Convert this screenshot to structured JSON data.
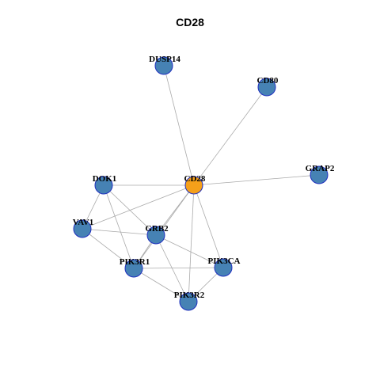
{
  "title": "CD28",
  "colors": {
    "hub_fill": "#f5a01a",
    "node_fill": "#4682b4",
    "node_stroke": "#1f2fbf",
    "edge": "#aaaaaa"
  },
  "nodes": [
    {
      "id": "DUSP14",
      "label": "DUSP14",
      "hub": false
    },
    {
      "id": "CD80",
      "label": "CD80",
      "hub": false
    },
    {
      "id": "GRAP2",
      "label": "GRAP2",
      "hub": false
    },
    {
      "id": "DOK1",
      "label": "DOK1",
      "hub": false
    },
    {
      "id": "CD28",
      "label": "CD28",
      "hub": true
    },
    {
      "id": "VAV1",
      "label": "VAV1",
      "hub": false
    },
    {
      "id": "GRB2",
      "label": "GRB2",
      "hub": false
    },
    {
      "id": "PIK3R1",
      "label": "PIK3R1",
      "hub": false
    },
    {
      "id": "PIK3CA",
      "label": "PIK3CA",
      "hub": false
    },
    {
      "id": "PIK3R2",
      "label": "PIK3R2",
      "hub": false
    }
  ],
  "edges": [
    [
      "CD28",
      "DUSP14"
    ],
    [
      "CD28",
      "CD80"
    ],
    [
      "CD28",
      "GRAP2"
    ],
    [
      "CD28",
      "DOK1"
    ],
    [
      "CD28",
      "VAV1"
    ],
    [
      "CD28",
      "GRB2"
    ],
    [
      "CD28",
      "PIK3R1"
    ],
    [
      "CD28",
      "PIK3CA"
    ],
    [
      "CD28",
      "PIK3R2"
    ],
    [
      "DOK1",
      "VAV1"
    ],
    [
      "DOK1",
      "GRB2"
    ],
    [
      "DOK1",
      "PIK3R1"
    ],
    [
      "VAV1",
      "GRB2"
    ],
    [
      "VAV1",
      "PIK3R1"
    ],
    [
      "GRB2",
      "PIK3R1"
    ],
    [
      "GRB2",
      "PIK3CA"
    ],
    [
      "GRB2",
      "PIK3R2"
    ],
    [
      "PIK3R1",
      "PIK3CA"
    ],
    [
      "PIK3R1",
      "PIK3R2"
    ],
    [
      "PIK3CA",
      "PIK3R2"
    ]
  ]
}
